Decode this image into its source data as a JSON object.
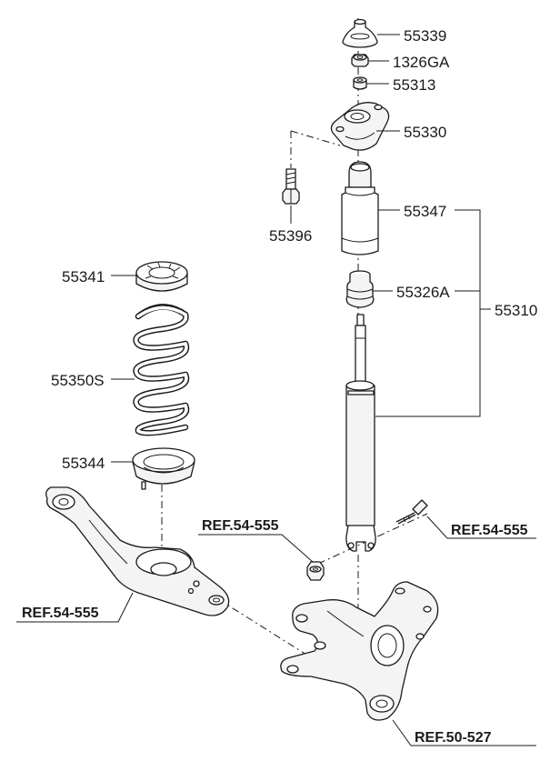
{
  "labels": {
    "top_mount_cap": "55339",
    "nut_top": "1326GA",
    "bushing_small": "55313",
    "mount_bracket": "55330",
    "bolt": "55396",
    "dust_cover": "55347",
    "bump_stopper": "55326A",
    "shock_absorber_assy": "55310",
    "upper_spring_pad": "55341",
    "coil_spring": "55350S",
    "lower_spring_pad": "55344"
  },
  "refs": {
    "ref_mid": "REF.54-555",
    "ref_right": "REF.54-555",
    "ref_left": "REF.54-555",
    "ref_bottom": "REF.50-527"
  }
}
